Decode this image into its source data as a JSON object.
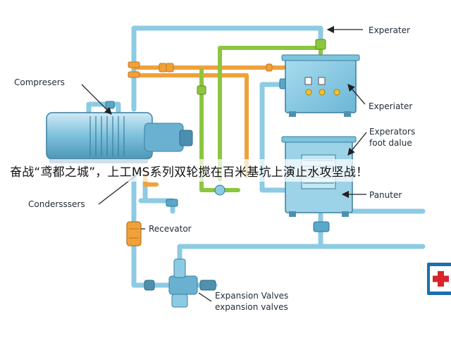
{
  "labels": {
    "expeater_top": "Experater",
    "expeater_box": "Experiater",
    "expeators_foot": "Experators",
    "foot_value": "foot dalue",
    "compressor": "Compresers",
    "condenser": "Condersssers",
    "receiver": "Recevator",
    "tank": "Panuter",
    "expansion_valves": "Expansion Valves",
    "expansion_valves_sub": "expansion valves"
  },
  "banner": {
    "text": "奋战“鸢都之城”，上工MS系列双轮搅在百米基坑上演止水攻坚战！"
  },
  "badge": {
    "icon": "medical-cross-icon",
    "color": "#1a6fb0",
    "cross_color": "#d6262b"
  },
  "pipe_colors": {
    "blue": "#8ccbe3",
    "orange": "#f0a13a",
    "green": "#8cc63f"
  }
}
